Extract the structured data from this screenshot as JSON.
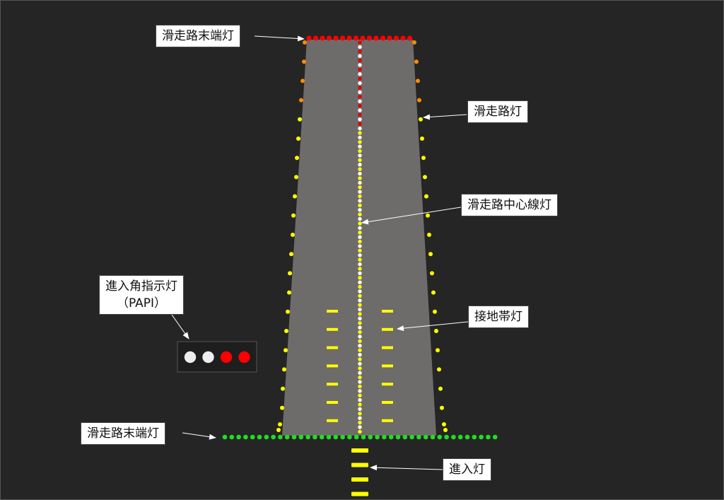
{
  "labels": {
    "threshold_end_top": "滑走路末端灯",
    "edge": "滑走路灯",
    "centerline": "滑走路中心線灯",
    "touchdown_zone": "接地帯灯",
    "papi_line1": "進入角指示灯",
    "papi_line2": "（PAPI）",
    "threshold_bottom": "滑走路末端灯",
    "approach": "進入灯"
  },
  "colors": {
    "background": "#252525",
    "runway": "#6e6b6b",
    "end_lights": "#ff0000",
    "edge_caution": "#ff8c00",
    "edge": "#ffff00",
    "centerline_red": "#e00000",
    "centerline_white": "#ffffff",
    "threshold": "#22dd22",
    "touchdown": "#ffff00",
    "approach": "#ffff00",
    "papi_white": "#eeeeee",
    "papi_red": "#ff0000"
  },
  "papi": [
    "white",
    "white",
    "red",
    "red"
  ]
}
